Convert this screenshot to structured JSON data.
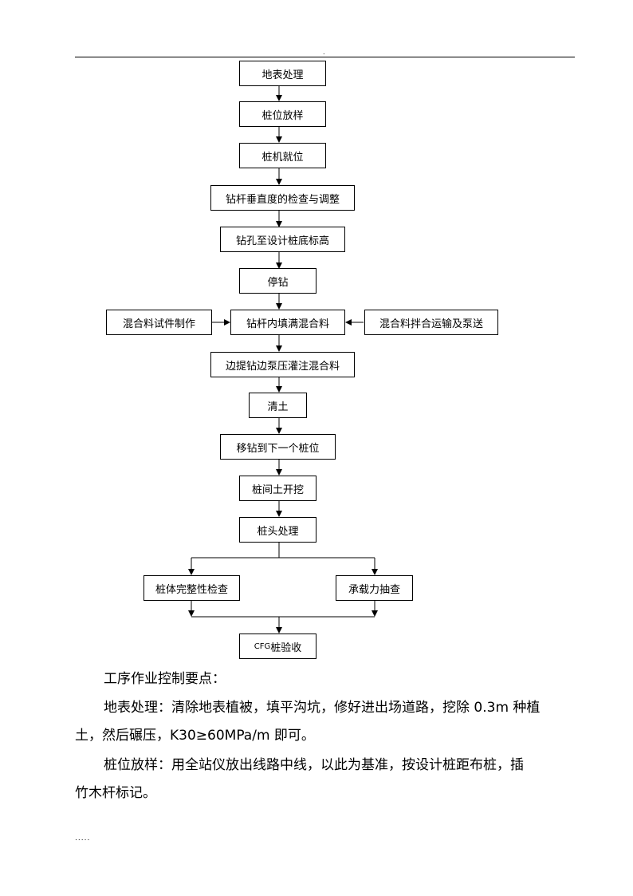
{
  "header": {
    "dot": "."
  },
  "flowchart": {
    "steps": [
      "地表处理",
      "桩位放样",
      "桩机就位",
      "钻杆垂直度的检查与调整",
      "钻孔至设计桩底标高",
      "停钻",
      "钻杆内填满混合料",
      "边提钻边泵压灌注混合料",
      "清土",
      "移钻到下一个桩位",
      "桩间土开挖",
      "桩头处理"
    ],
    "side_left": "混合料试件制作",
    "side_right": "混合料拌合运输及泵送",
    "branch_left": "桩体完整性检查",
    "branch_right": "承载力抽查",
    "final_prefix": "CFG",
    "final_suffix": "桩验收"
  },
  "text": {
    "heading": "工序作业控制要点：",
    "p1_line1": "地表处理：清除地表植被，填平沟坑，修好进出场道路，挖除 0.3m 种植",
    "p1_line2": "土，然后碾压，K30≥60MPa/m 即可。",
    "p2_line1": "桩位放样：用全站仪放出线路中线，以此为基准，按设计桩距布桩，插",
    "p2_line2": "竹木杆标记。"
  },
  "footer": {
    "dots": "....."
  }
}
